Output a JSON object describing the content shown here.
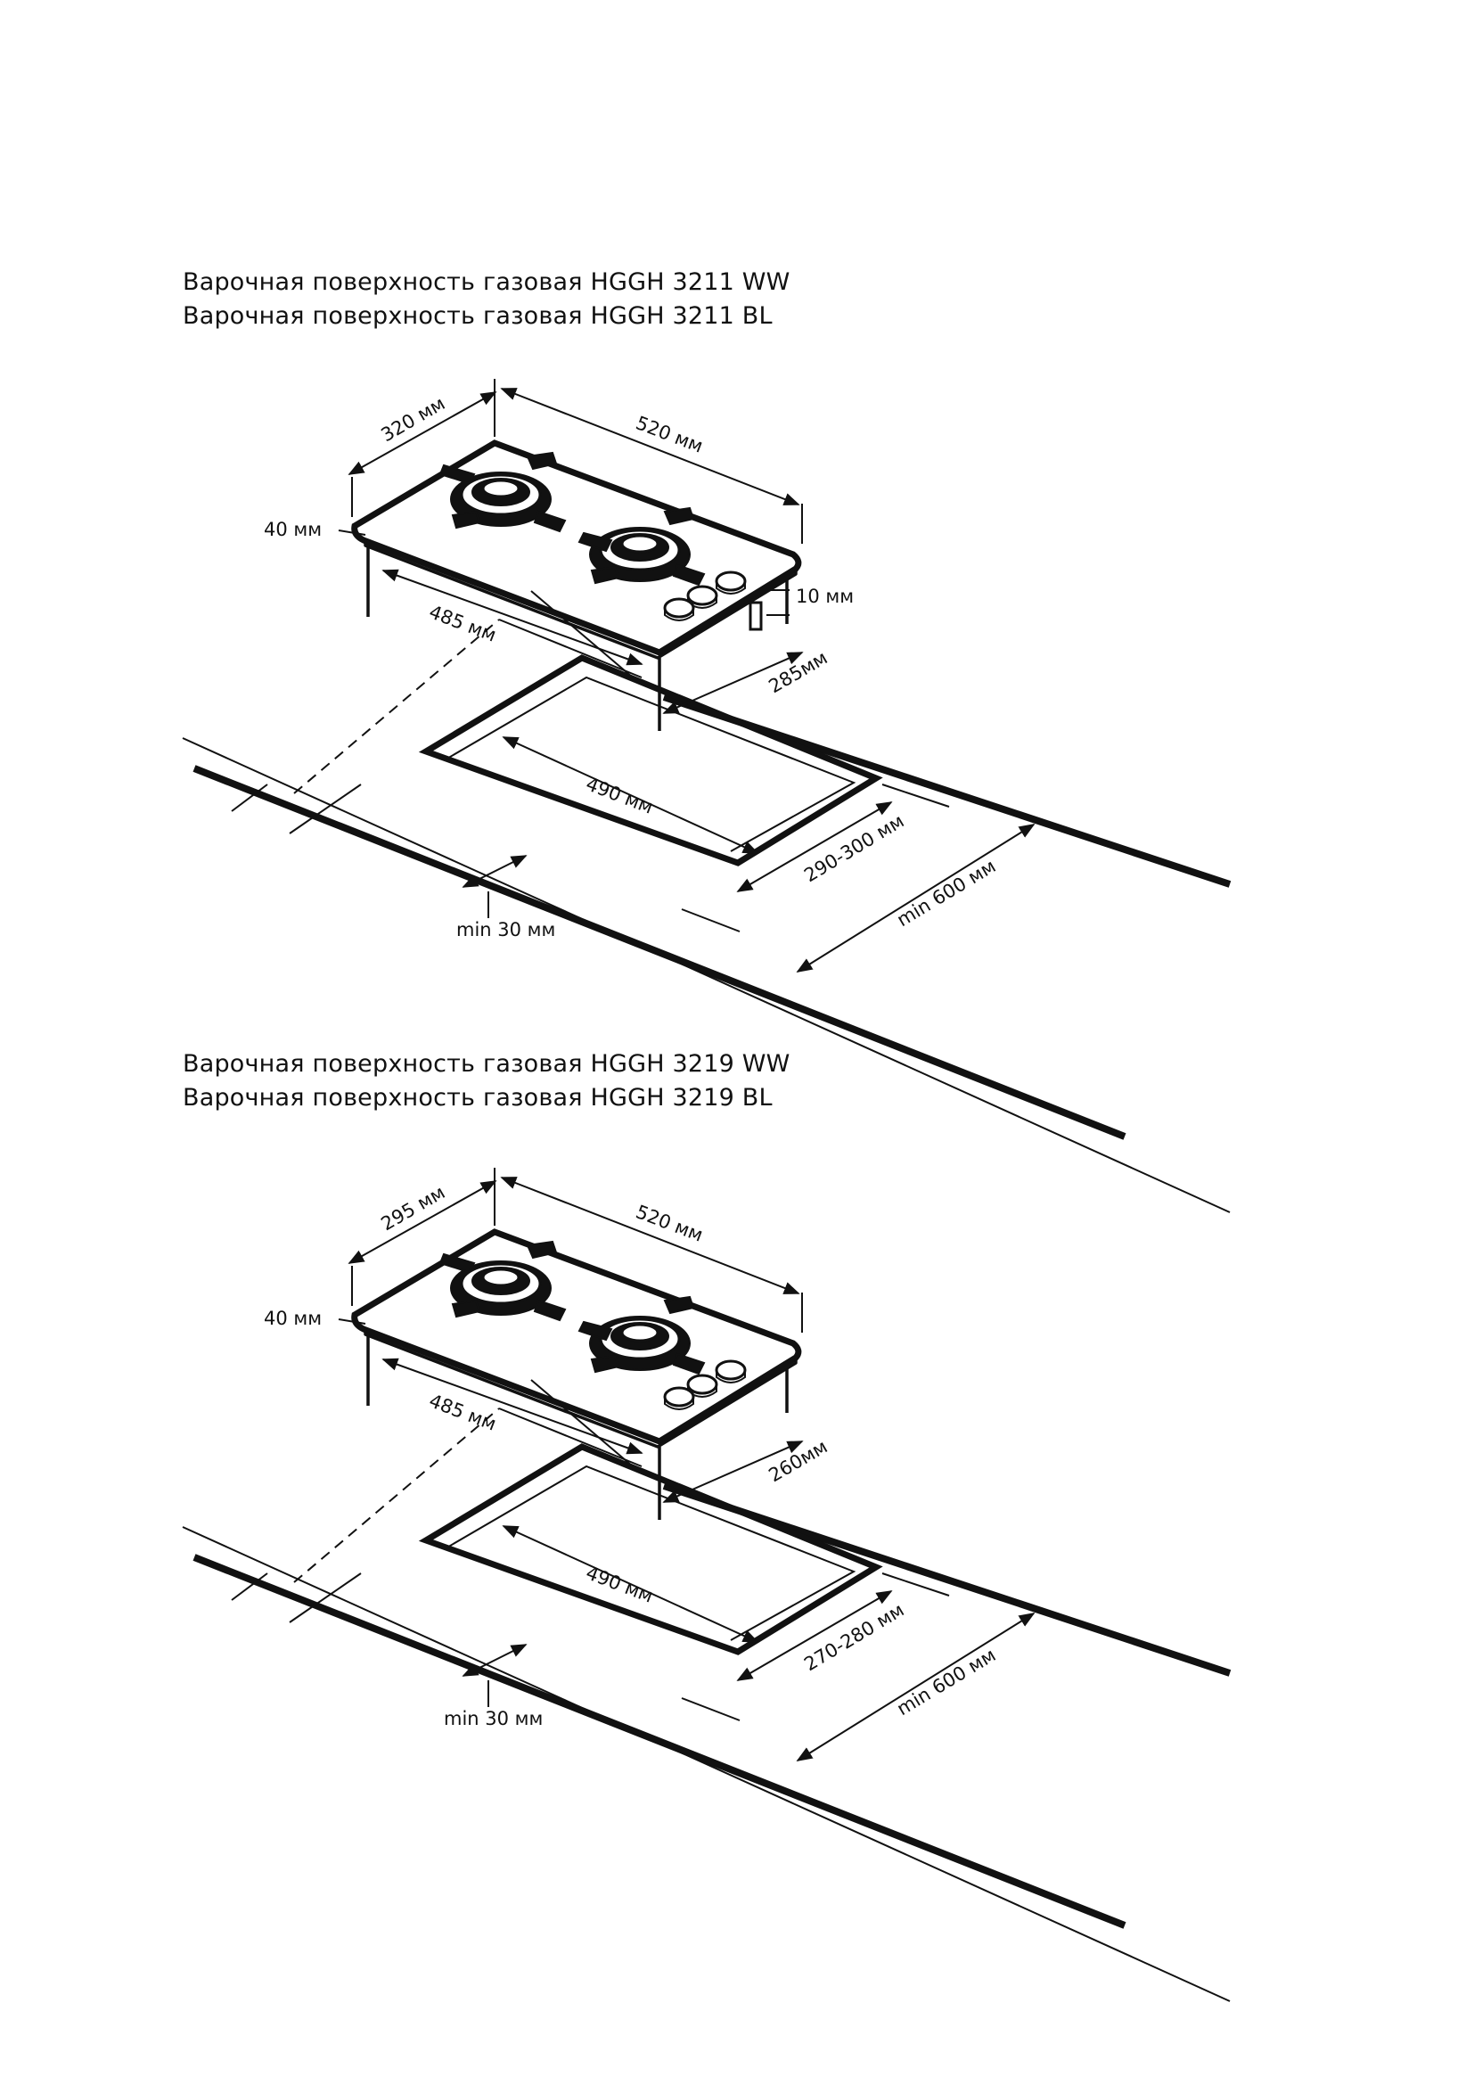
{
  "diagrams": [
    {
      "titles": [
        "Варочная поверхность газовая HGGH 3211 WW",
        "Варочная поверхность газовая HGGH 3211 BL"
      ],
      "dims": {
        "width": "520 мм",
        "depth": "320 мм",
        "height": "40 мм",
        "front": "485 мм",
        "side": "285мм",
        "knob": "10 мм",
        "cutout_w": "490 мм",
        "cutout_d": "290-300 мм",
        "counter": "min 600 мм",
        "edge": "min 30 мм"
      }
    },
    {
      "titles": [
        "Варочная поверхность газовая HGGH 3219 WW",
        "Варочная поверхность газовая HGGH 3219 BL"
      ],
      "dims": {
        "width": "520 мм",
        "depth": "295 мм",
        "height": "40 мм",
        "front": "485 мм",
        "side": "260мм",
        "cutout_w": "490 мм",
        "cutout_d": "270-280 мм",
        "counter": "min 600 мм",
        "edge": "min 30 мм"
      }
    }
  ]
}
